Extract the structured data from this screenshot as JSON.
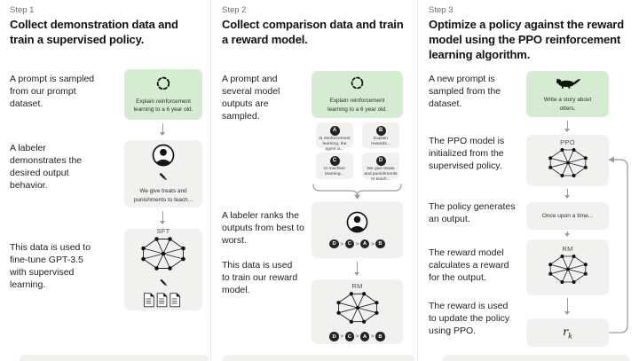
{
  "colors": {
    "background": "#ffffff",
    "green_box": "#d6ecd2",
    "gray_box": "#f1f1ef",
    "text_dark": "#121212",
    "step_label_gray": "#6d6d6d",
    "arrow_gray": "#9b9b9b",
    "badge_dark": "#232323"
  },
  "icons": {
    "sample": "dashed-circle",
    "labeler": "person-in-circle",
    "writing": "pencil",
    "model": "neural-network",
    "demonstrations": "documents",
    "otter": "otter-silhouette"
  },
  "steps": [
    {
      "step_label": "Step 1",
      "heading": "Collect demonstration data and train a supervised policy.",
      "side_texts": [
        "A prompt is sampled from our prompt dataset.",
        "A labeler demonstrates the desired output behavior.",
        "This data is used to fine-tune GPT-3.5 with supervised learning."
      ],
      "prompt_text": "Explain reinforcement learning to a 6 year old.",
      "demo_caption": "We give treats and punishments to teach...",
      "sft_label": "SFT"
    },
    {
      "step_label": "Step 2",
      "heading": "Collect comparison data and train a reward model.",
      "side_texts": [
        "A prompt and several model outputs are sampled.",
        "A labeler ranks the outputs from best to worst.",
        "This data is used to train our reward model."
      ],
      "prompt_text": "Explain reinforcement learning to a 6 year old.",
      "answers": [
        {
          "letter": "A",
          "text": "In reinforcement learning, the agent is..."
        },
        {
          "letter": "B",
          "text": "Explain rewards..."
        },
        {
          "letter": "C",
          "text": "In machine learning..."
        },
        {
          "letter": "D",
          "text": "We give treats and punishments to teach..."
        }
      ],
      "ranking_letters": [
        "D",
        "C",
        "A",
        "B"
      ],
      "ranking_sep": ">",
      "rm_label": "RM"
    },
    {
      "step_label": "Step 3",
      "heading": "Optimize a policy against the reward model using the PPO reinforcement learning algorithm.",
      "side_texts": [
        "A new prompt is sampled from the dataset.",
        "The PPO model is initialized from the supervised policy.",
        "The policy generates an output.",
        "The reward model calculates a reward for the output.",
        "The reward is used to update the policy using PPO."
      ],
      "prompt_text": "Write a story about otters.",
      "ppo_label": "PPO",
      "output_text": "Once upon a time...",
      "rm_label": "RM",
      "reward_base": "r",
      "reward_sub": "k"
    }
  ]
}
